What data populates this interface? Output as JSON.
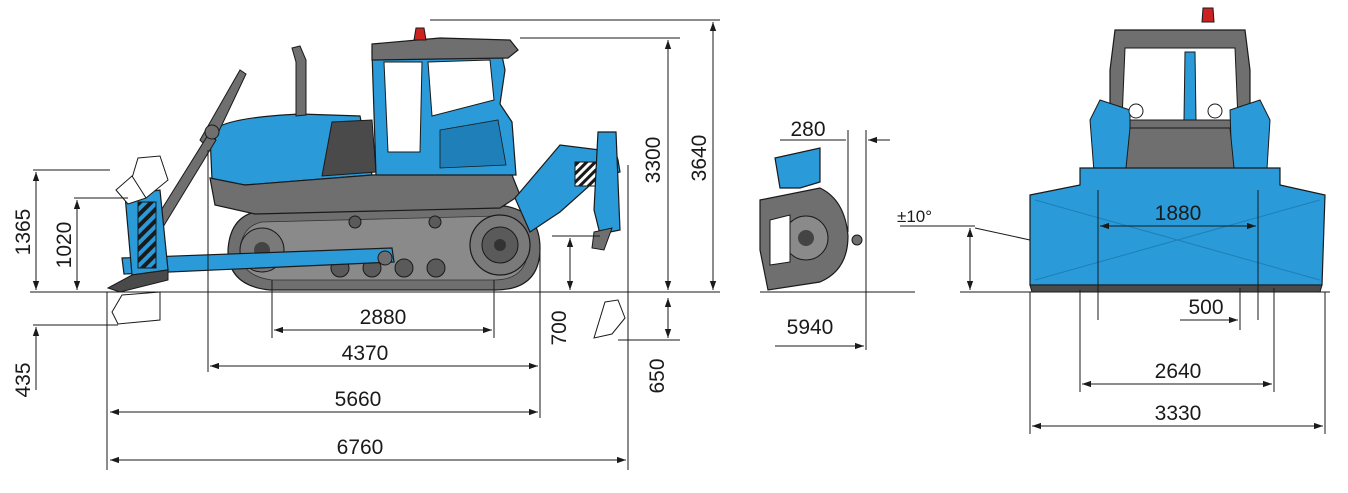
{
  "dimensions": {
    "side": {
      "blade_height": "1365",
      "blade_lift": "1020",
      "blade_drop": "435",
      "track_base": "2880",
      "track_length": "4370",
      "length_no_ripper": "5660",
      "overall_length": "6760",
      "height_cab": "3300",
      "height_beacon": "3640",
      "ripper_lift": "700",
      "ripper_depth": "650"
    },
    "detail": {
      "top": "280",
      "bottom": "5940"
    },
    "front": {
      "blade_angle": "±10°",
      "track_gauge": "1880",
      "shoe_width": "500",
      "width_tracks": "2640",
      "blade_width": "3330"
    }
  },
  "colors": {
    "body": "#2a9ad8",
    "body_dark": "#1f7fb8",
    "tracks": "#6f6f6f",
    "tracks_dark": "#4a4a4a",
    "line": "#1a1a1a",
    "beacon": "#cc2222"
  }
}
